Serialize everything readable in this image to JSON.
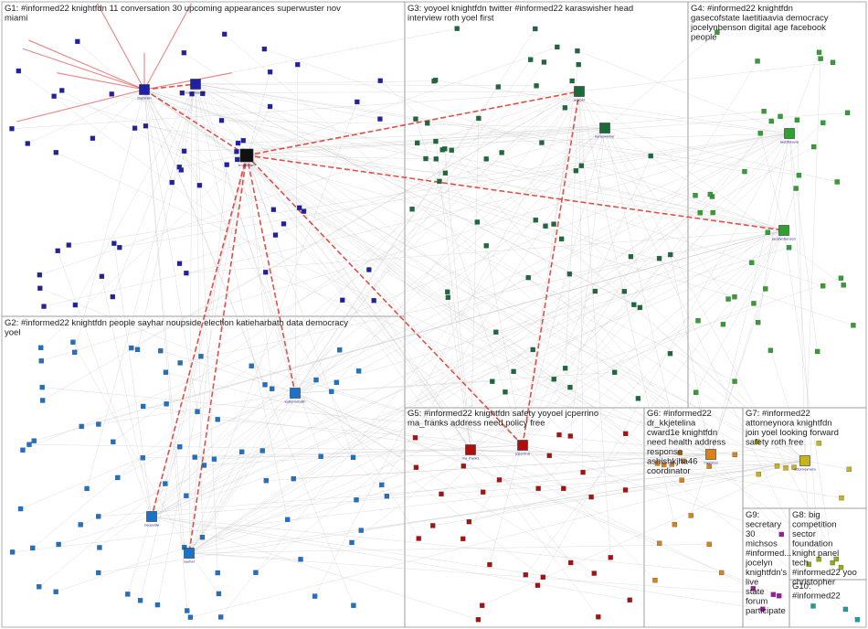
{
  "groups": [
    {
      "id": "G1",
      "label": "G1: #informed22 knightfdn 11 conversation 30 upcoming appearances superwuster nov miami",
      "color": "#1f1fa8"
    },
    {
      "id": "G2",
      "label": "G2: #informed22 knightfdn people sayhar noupside election katieharbath data democracy yoel",
      "color": "#1a73c9"
    },
    {
      "id": "G3",
      "label": "G3: yoyoel knightfdn twitter #informed22 karaswisher head interview roth yoel first",
      "color": "#1a6b3c"
    },
    {
      "id": "G4",
      "label": "G4: #informed22 knightfdn gasecofstate laetitiaavia democracy jocelynbenson digital age facebook people",
      "color": "#2fa12f"
    },
    {
      "id": "G5",
      "label": "G5: #informed22 knightfdn safety yoyoel jcperrino ma_franks address need policy free",
      "color": "#b00d0d"
    },
    {
      "id": "G6",
      "label": "G6: #informed22 dr_kkjetelina cward1e knightfdn need health address response ashishkjha46 coordinator",
      "color": "#d9821a"
    },
    {
      "id": "G7",
      "label": "G7: #informed22 attorneynora knightfdn join yoel looking forward safety roth free",
      "color": "#c9b31a"
    },
    {
      "id": "G8",
      "label": "G8: big competition sector foundation knight panel tech #informed22 yoo christopher",
      "color": "#8fae1a"
    },
    {
      "id": "G9",
      "label": "G9: secretary 30 michsos #informed... jocelyn knightfdn's live state forum participate",
      "color": "#a01aa0"
    },
    {
      "id": "G10",
      "label": "G10: #informed22",
      "color": "#1aa0a0"
    }
  ],
  "hubs": [
    {
      "name": "dasbrain",
      "group": "G1"
    },
    {
      "name": "knightfdn",
      "group": "G1"
    },
    {
      "name": "superwuster",
      "group": "G1"
    },
    {
      "name": "yoyoel",
      "group": "G3"
    },
    {
      "name": "karaswisher",
      "group": "G3"
    },
    {
      "name": "laetitiaavia",
      "group": "G4"
    },
    {
      "name": "jocelynbenson",
      "group": "G4"
    },
    {
      "name": "katieharbath",
      "group": "G2"
    },
    {
      "name": "noupside",
      "group": "G2"
    },
    {
      "name": "sayhar",
      "group": "G2"
    },
    {
      "name": "jcperrino",
      "group": "G5"
    },
    {
      "name": "ma_franks",
      "group": "G5"
    },
    {
      "name": "cward1e",
      "group": "G6"
    },
    {
      "name": "attorneynora",
      "group": "G7"
    }
  ]
}
